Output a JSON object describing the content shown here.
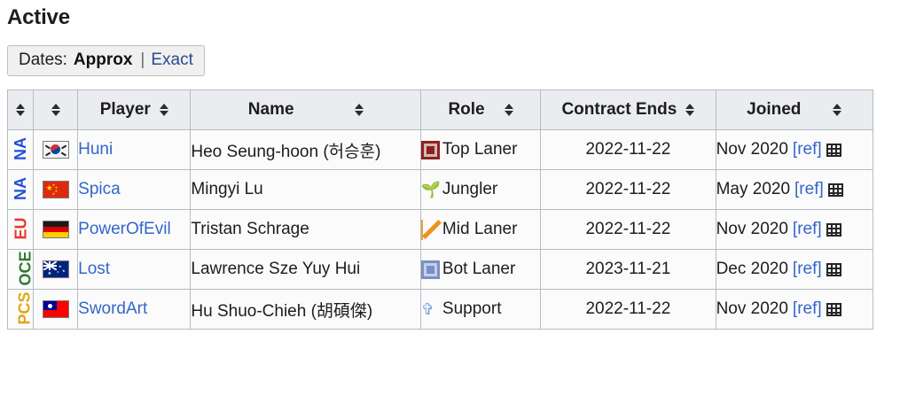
{
  "heading": "Active",
  "dates_toggle": {
    "label": "Dates:",
    "approx": "Approx",
    "separator": "|",
    "exact": "Exact"
  },
  "table": {
    "columns": [
      {
        "key": "region",
        "label": "",
        "sortable": true
      },
      {
        "key": "flag",
        "label": "",
        "sortable": true
      },
      {
        "key": "player",
        "label": "Player",
        "sortable": true
      },
      {
        "key": "name",
        "label": "Name",
        "sortable": true
      },
      {
        "key": "role",
        "label": "Role",
        "sortable": true
      },
      {
        "key": "contract",
        "label": "Contract Ends",
        "sortable": true
      },
      {
        "key": "joined",
        "label": "Joined",
        "sortable": true
      }
    ],
    "rows": [
      {
        "region": "NA",
        "region_color": "#1f4fd8",
        "flag": "kr",
        "flag_name": "south-korea-flag",
        "player": "Huni",
        "name": "Heo Seung-hoon (허승훈)",
        "role": "Top Laner",
        "role_icon": "top-laner-icon",
        "contract": "2022-11-22",
        "joined": "Nov 2020",
        "ref": "[ref]"
      },
      {
        "region": "NA",
        "region_color": "#1f4fd8",
        "flag": "cn",
        "flag_name": "china-flag",
        "player": "Spica",
        "name": "Mingyi Lu",
        "role": "Jungler",
        "role_icon": "jungler-icon",
        "contract": "2022-11-22",
        "joined": "May 2020",
        "ref": "[ref]"
      },
      {
        "region": "EU",
        "region_color": "#e8382b",
        "flag": "de",
        "flag_name": "germany-flag",
        "player": "PowerOfEvil",
        "name": "Tristan Schrage",
        "role": "Mid Laner",
        "role_icon": "mid-laner-icon",
        "contract": "2022-11-22",
        "joined": "Nov 2020",
        "ref": "[ref]"
      },
      {
        "region": "OCE",
        "region_color": "#2f7a33",
        "flag": "au",
        "flag_name": "australia-flag",
        "player": "Lost",
        "name": "Lawrence Sze Yuy Hui",
        "role": "Bot Laner",
        "role_icon": "bot-laner-icon",
        "contract": "2023-11-21",
        "joined": "Dec 2020",
        "ref": "[ref]"
      },
      {
        "region": "PCS",
        "region_color": "#e0a817",
        "flag": "tw",
        "flag_name": "taiwan-flag",
        "player": "SwordArt",
        "name": "Hu Shuo-Chieh (胡碩傑)",
        "role": "Support",
        "role_icon": "support-icon",
        "contract": "2022-11-22",
        "joined": "Nov 2020",
        "ref": "[ref]"
      }
    ]
  },
  "colors": {
    "link": "#3366cc",
    "header_bg": "#eaecf0",
    "border": "#b6bcc4",
    "joined_border": "#a2abb5"
  }
}
